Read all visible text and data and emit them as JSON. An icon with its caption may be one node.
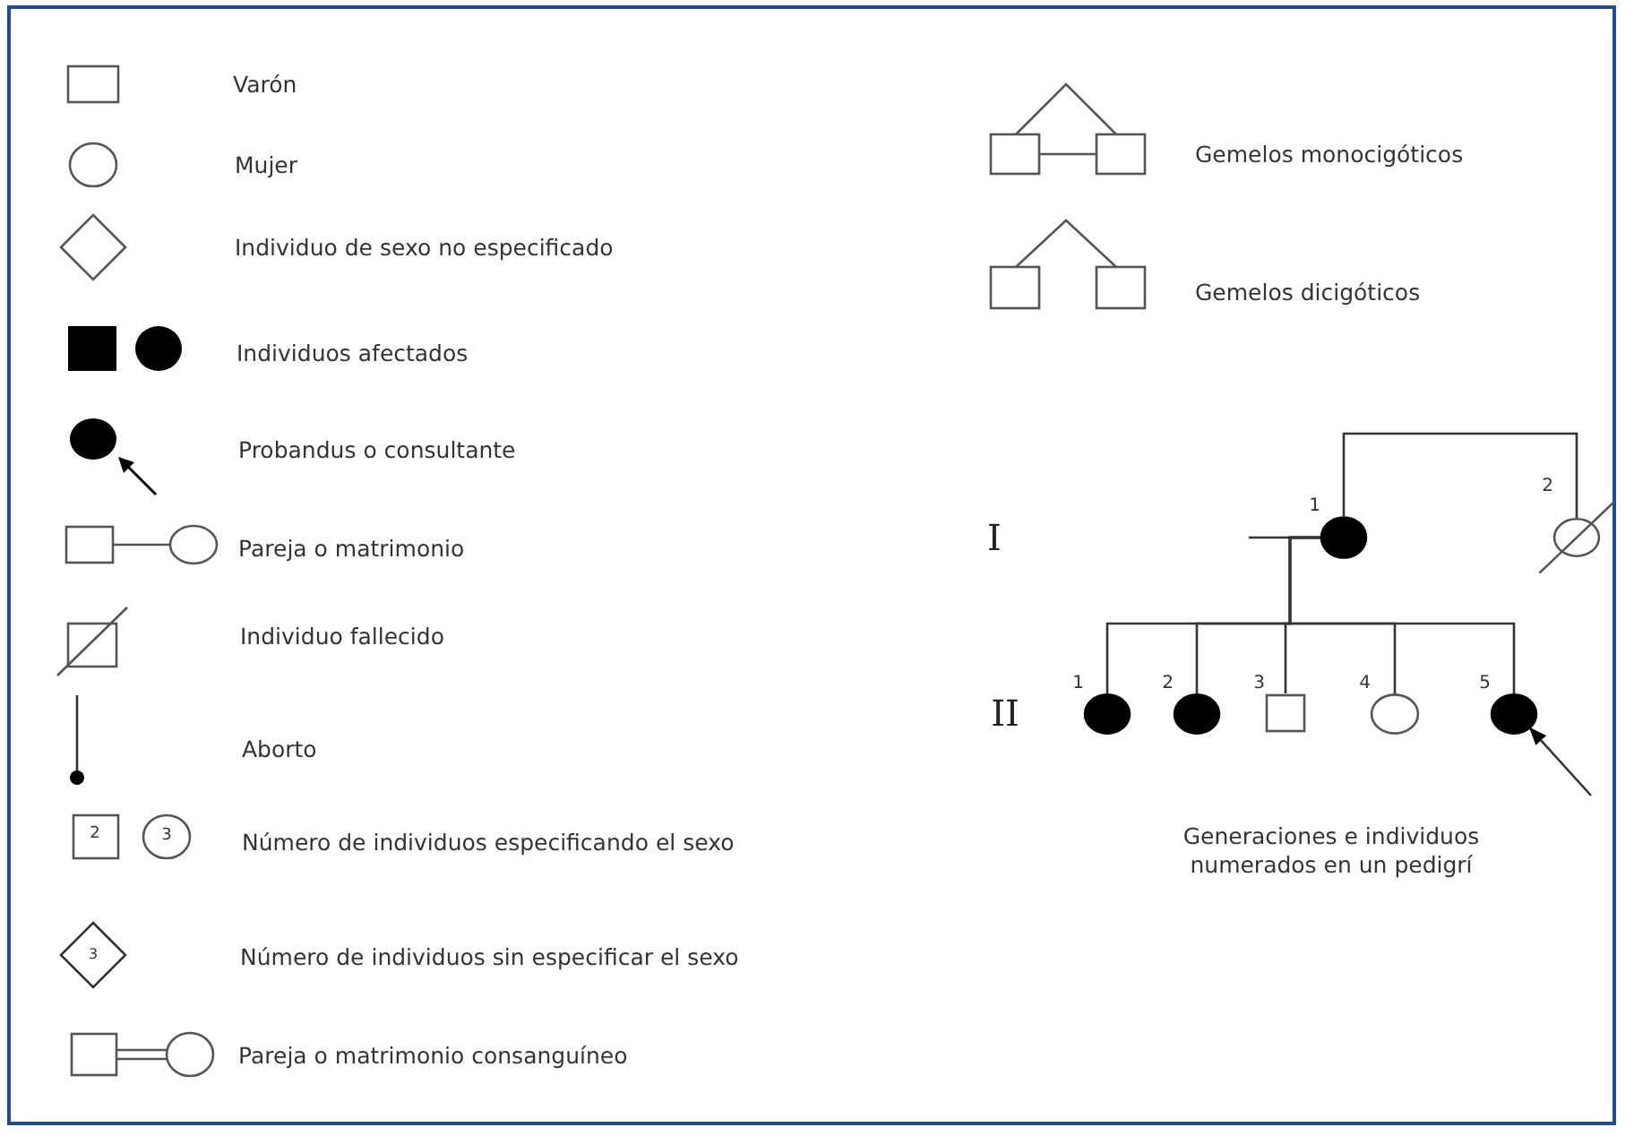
{
  "diagram": {
    "caption": "Generaciones e individuos numerados en un pedigrí",
    "nodes": [
      {
        "text": [],
        "shape": "circle",
        "beside": [
          "1"
        ]
      },
      {
        "text": [],
        "shape": "circle",
        "beside": [
          "2"
        ]
      },
      {
        "text": [],
        "shape": "circle",
        "beside": [
          "1"
        ]
      },
      {
        "text": [],
        "shape": "circle",
        "beside": [
          "2"
        ]
      },
      {
        "text": [],
        "shape": "box",
        "beside": [
          "3"
        ]
      },
      {
        "text": [],
        "shape": "circle",
        "beside": [
          "4"
        ]
      },
      {
        "text": [],
        "shape": "circle",
        "beside": [
          "5"
        ]
      }
    ],
    "edges": [
      {
        "from": 0,
        "to": 1,
        "arrow": "none"
      },
      {
        "from": 0,
        "to": 2,
        "arrow": "none"
      },
      {
        "from": 0,
        "to": 3,
        "arrow": "none"
      },
      {
        "from": 0,
        "to": 4,
        "arrow": "none"
      },
      {
        "from": 0,
        "to": 5,
        "arrow": "none"
      },
      {
        "from": 0,
        "to": 6,
        "arrow": "none"
      },
      {
        "from": null,
        "to": 6,
        "arrow": "to"
      }
    ],
    "labels": [
      "2",
      "3",
      "3",
      "I",
      "II"
    ],
    "legend": [
      {
        "text": "Varón"
      },
      {
        "text": "Mujer"
      },
      {
        "text": "Individuo de sexo no especificado"
      },
      {
        "text": "Individuos afectados"
      },
      {
        "text": "Probandus o consultante"
      },
      {
        "text": "Pareja o matrimonio"
      },
      {
        "text": "Individuo fallecido"
      },
      {
        "text": "Aborto"
      },
      {
        "text": "Número de individuos especificando el sexo"
      },
      {
        "text": "Número de individuos sin especificar el sexo"
      },
      {
        "text": "Pareja o matrimonio consanguíneo"
      },
      {
        "text": "Gemelos monocigóticos"
      },
      {
        "text": "Gemelos dicigóticos"
      }
    ]
  }
}
